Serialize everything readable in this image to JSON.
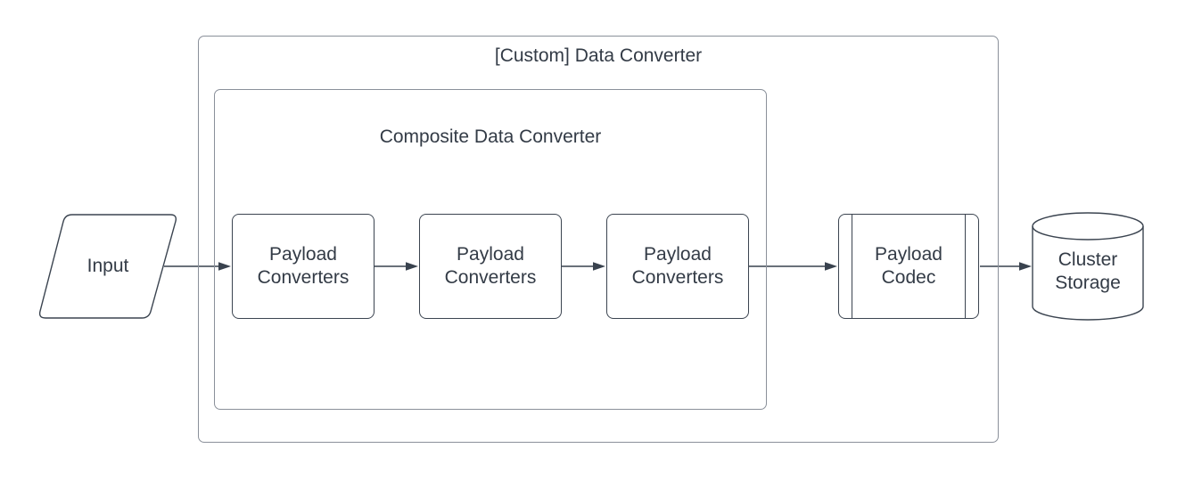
{
  "diagram": {
    "type": "flowchart",
    "background_color": "#ffffff",
    "colors": {
      "node_border": "#3b4450",
      "container_border": "#8a909a",
      "text": "#333b46",
      "arrow": "#39424e",
      "node_fill": "#ffffff"
    },
    "containers": {
      "outer": {
        "title": "[Custom] Data Converter"
      },
      "inner": {
        "title": "Composite Data Converter"
      }
    },
    "nodes": {
      "input": {
        "label": "Input",
        "shape": "parallelogram"
      },
      "converter1": {
        "label": "Payload Converters",
        "shape": "rounded-rectangle"
      },
      "converter2": {
        "label": "Payload Converters",
        "shape": "rounded-rectangle"
      },
      "converter3": {
        "label": "Payload Converters",
        "shape": "rounded-rectangle"
      },
      "codec": {
        "label": "Payload Codec",
        "shape": "predefined-process"
      },
      "storage": {
        "label": "Cluster Storage",
        "shape": "cylinder"
      }
    },
    "edges": [
      {
        "from": "input",
        "to": "converter1"
      },
      {
        "from": "converter1",
        "to": "converter2"
      },
      {
        "from": "converter2",
        "to": "converter3"
      },
      {
        "from": "converter3",
        "to": "codec"
      },
      {
        "from": "codec",
        "to": "storage"
      }
    ]
  }
}
